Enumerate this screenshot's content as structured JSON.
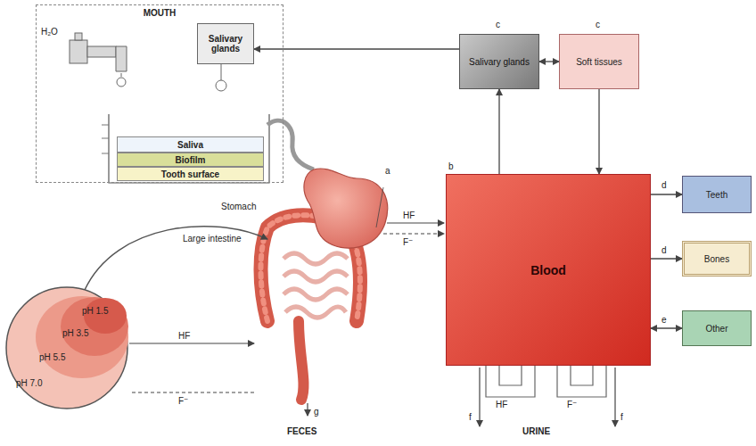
{
  "diagram": {
    "nodes": [
      {
        "text": [
          "MOUTH"
        ]
      },
      {
        "text": [
          "Salivary glands"
        ],
        "in": 0
      },
      {
        "text": [
          "Saliva"
        ],
        "in": 0
      },
      {
        "text": [
          "Biofilm"
        ],
        "in": 0
      },
      {
        "text": [
          "Tooth surface"
        ],
        "in": 0
      },
      {
        "text": [
          "Salivary glands"
        ]
      },
      {
        "text": [
          "Soft tissues"
        ]
      },
      {
        "text": [
          "Blood"
        ]
      },
      {
        "text": [
          "Teeth"
        ]
      },
      {
        "text": [
          "Bones"
        ]
      },
      {
        "text": [
          "Other"
        ]
      }
    ],
    "edges": [
      {
        "from": 5,
        "to": 1,
        "arrow": "to"
      },
      {
        "from": 5,
        "to": 6,
        "arrow": "both"
      },
      {
        "from": 7,
        "to": 5,
        "arrow": "to"
      },
      {
        "from": 6,
        "to": 7,
        "arrow": "to"
      },
      {
        "from": 7,
        "to": 8,
        "arrow": "to"
      },
      {
        "from": 7,
        "to": 9,
        "arrow": "to"
      },
      {
        "from": 7,
        "to": 10,
        "arrow": "both"
      }
    ],
    "labels": [
      "H₂O",
      "Stomach",
      "Large intestine",
      "HF",
      "F⁻",
      "pH 1.5",
      "pH 3.5",
      "pH 5.5",
      "pH 7.0",
      "HF",
      "F⁻",
      "FECES",
      "g",
      "a",
      "b",
      "c",
      "c",
      "d",
      "d",
      "e",
      "HF",
      "F⁻",
      "f",
      "f",
      "URINE"
    ]
  }
}
